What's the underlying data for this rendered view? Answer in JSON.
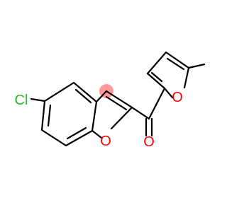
{
  "molecule": {
    "atoms": {
      "chlorine": {
        "text": "Cl",
        "color": "#22bb22"
      },
      "benzofuran_oxygen": {
        "text": "O",
        "color": "#ff0000"
      },
      "carbonyl_oxygen": {
        "text": "O",
        "color": "#ff0000"
      },
      "furan_oxygen": {
        "text": "O",
        "color": "#ff0000"
      }
    },
    "highlight": {
      "color": "#ff9999"
    }
  }
}
